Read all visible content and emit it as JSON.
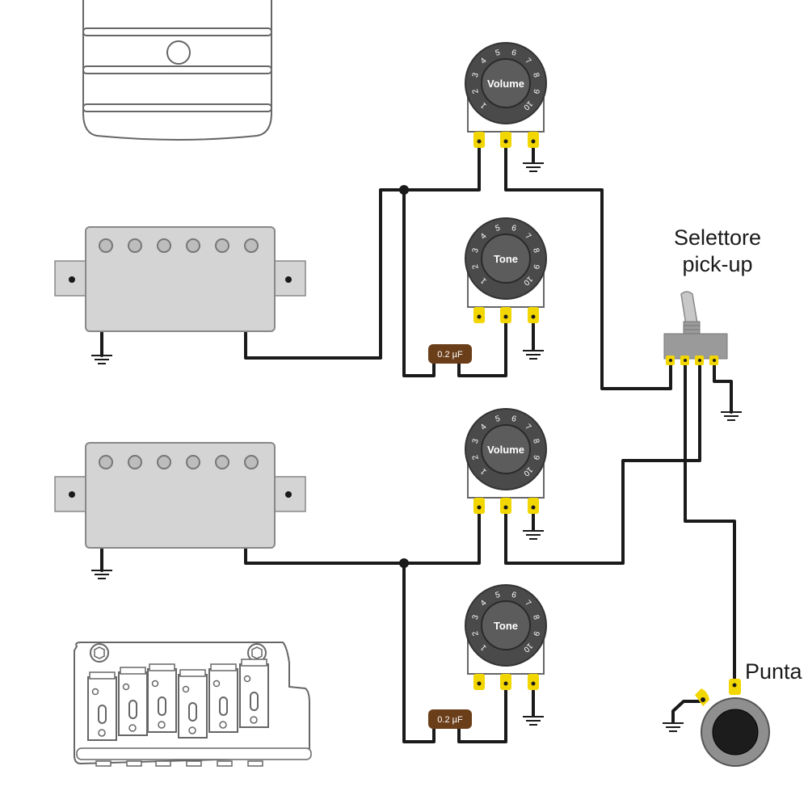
{
  "labels": {
    "selector_line1": "Selettore",
    "selector_line2": "pick-up",
    "tip": "Punta"
  },
  "pots": [
    {
      "id": "volume-1",
      "label": "Volume"
    },
    {
      "id": "tone-1",
      "label": "Tone"
    },
    {
      "id": "volume-2",
      "label": "Volume"
    },
    {
      "id": "tone-2",
      "label": "Tone"
    }
  ],
  "knob_numbers": [
    "1",
    "2",
    "3",
    "4",
    "5",
    "6",
    "7",
    "8",
    "9",
    "10"
  ],
  "capacitors": [
    {
      "id": "cap-1",
      "label": "0.2 µF"
    },
    {
      "id": "cap-2",
      "label": "0.2 µF"
    }
  ],
  "colors": {
    "wire": "#1a1a1a",
    "lug": "#f2d600",
    "knob": "#4a4a4a",
    "capacitor": "#6b3e1a",
    "pickup": "#d4d4d4",
    "outline": "#555555"
  }
}
